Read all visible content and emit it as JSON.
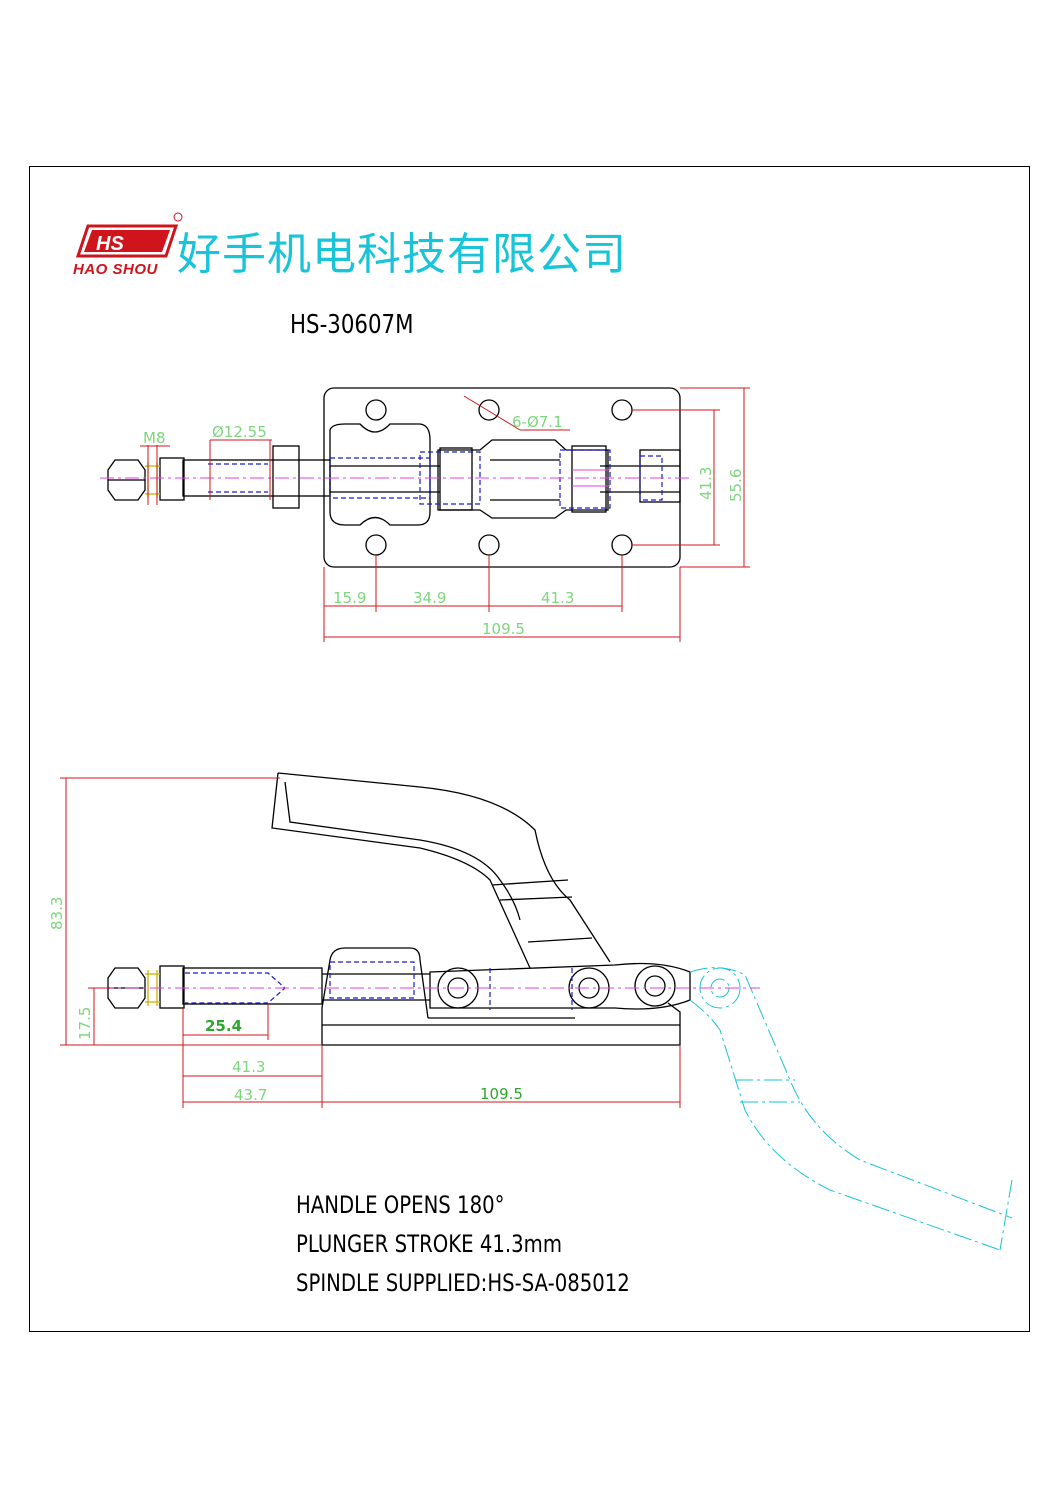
{
  "header": {
    "logo_mark": "HS",
    "logo_text": "HAO SHOU",
    "company_name": "好手机电科技有限公司",
    "model_number": "HS-30607M"
  },
  "top_view_dims": {
    "thread": "M8",
    "rod_diameter": "Ø12.55",
    "holes": "6-Ø7.1",
    "height_inner": "41.3",
    "height_outer": "55.6",
    "offset_1": "15.9",
    "spacing_1": "34.9",
    "spacing_2": "41.3",
    "length": "109.5"
  },
  "side_view_dims": {
    "overall_height": "83.3",
    "base_height": "17.5",
    "thread_length": "25.4",
    "stroke": "41.3",
    "projection": "43.7",
    "length": "109.5"
  },
  "notes": [
    "HANDLE OPENS 180°",
    "PLUNGER STROKE 41.3mm",
    "SPINDLE SUPPLIED:HS-SA-085012"
  ],
  "colors": {
    "outline": "#000000",
    "dimension_line": "#d0141c",
    "dimension_text": "#7ed67e",
    "hidden_line": "#1a1acc",
    "center_line": "#e040e0",
    "phantom_line": "#19c4d8",
    "thread": "#c8b400",
    "logo": "#d0141c",
    "company": "#19c4d8"
  }
}
